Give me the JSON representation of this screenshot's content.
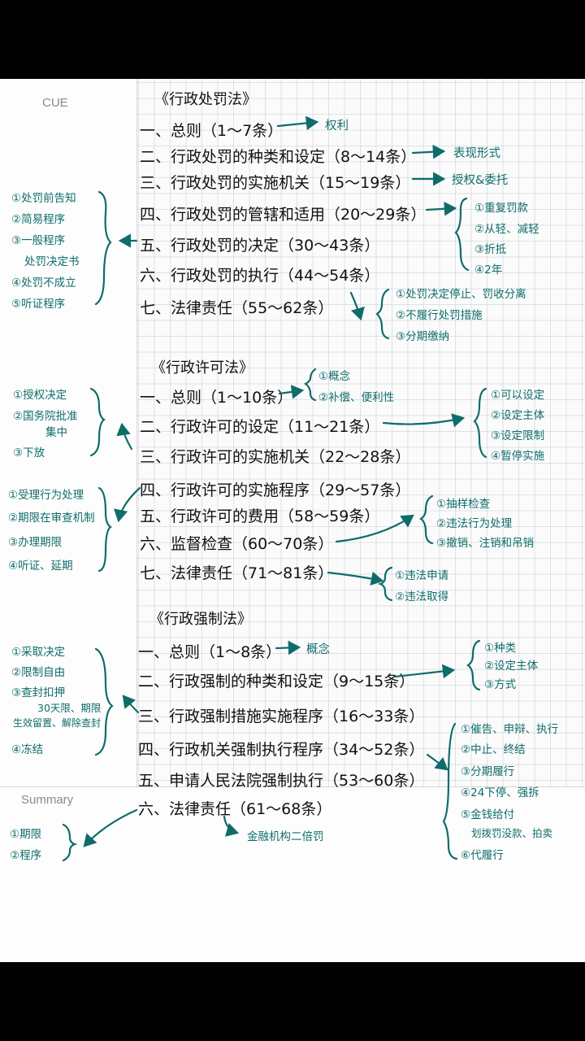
{
  "headers": {
    "cue": "CUE",
    "summary": "Summary"
  },
  "law1": {
    "title": "《行政处罚法》",
    "items": [
      "一、总则（1～7条）",
      "二、行政处罚的种类和设定（8～14条）",
      "三、行政处罚的实施机关（15～19条）",
      "四、行政处罚的管辖和适用（20～29条）",
      "五、行政处罚的决定（30～43条）",
      "六、行政处罚的执行（44～54条）",
      "七、法律责任（55～62条）"
    ],
    "right_notes": [
      "权利",
      "表现形式",
      "授权&委托"
    ],
    "branch4": [
      "①重复罚款",
      "②从轻、减轻",
      "③折抵",
      "④2年"
    ],
    "branch7": [
      "①处罚决定停止、罚收分离",
      "②不履行处罚措施",
      "③分期缴纳"
    ],
    "cue": [
      "①处罚前告知",
      "②简易程序",
      "③一般程序",
      "处罚决定书",
      "④处罚不成立",
      "⑤听证程序"
    ]
  },
  "law2": {
    "title": "《行政许可法》",
    "items": [
      "一、总则（1～10条）",
      "二、行政许可的设定（11～21条）",
      "三、行政许可的实施机关（22～28条）",
      "四、行政许可的实施程序（29～57条）",
      "五、行政许可的费用（58～59条）",
      "六、监督检查（60～70条）",
      "七、法律责任（71～81条）"
    ],
    "branch1": [
      "①概念",
      "②补偿、便利性"
    ],
    "branch2": [
      "①可以设定",
      "②设定主体",
      "③设定限制",
      "④暂停实施"
    ],
    "branch6": [
      "①抽样检查",
      "②违法行为处理",
      "③撤销、注销和吊销"
    ],
    "branch7": [
      "①违法申请",
      "②违法取得"
    ],
    "cue3": [
      "①授权决定",
      "②国务院批准",
      "集中",
      "③下放"
    ],
    "cue4": [
      "①受理行为处理",
      "②期限在审查机制",
      "③办理期限",
      "④听证、延期"
    ]
  },
  "law3": {
    "title": "《行政强制法》",
    "items": [
      "一、总则（1～8条）",
      "二、行政强制的种类和设定（9～15条）",
      "三、行政强制措施实施程序（16～33条）",
      "四、行政机关强制执行程序（34～52条）",
      "五、申请人民法院强制执行（53～60条）",
      "六、法律责任（61～68条）"
    ],
    "branch1": "概念",
    "branch2": [
      "①种类",
      "②设定主体",
      "③方式"
    ],
    "branch4": [
      "①催告、申辩、执行",
      "②中止、终结",
      "③分期履行",
      "④24下停、强拆",
      "⑤金钱给付",
      "划拨罚没款、拍卖",
      "⑥代履行"
    ],
    "branch6": "金融机构二倍罚",
    "cue": [
      "①采取决定",
      "②限制自由",
      "③查封扣押",
      "30天限、期限",
      "生效留置、解除查封",
      "④冻结"
    ]
  },
  "summary": [
    "①期限",
    "②程序"
  ]
}
